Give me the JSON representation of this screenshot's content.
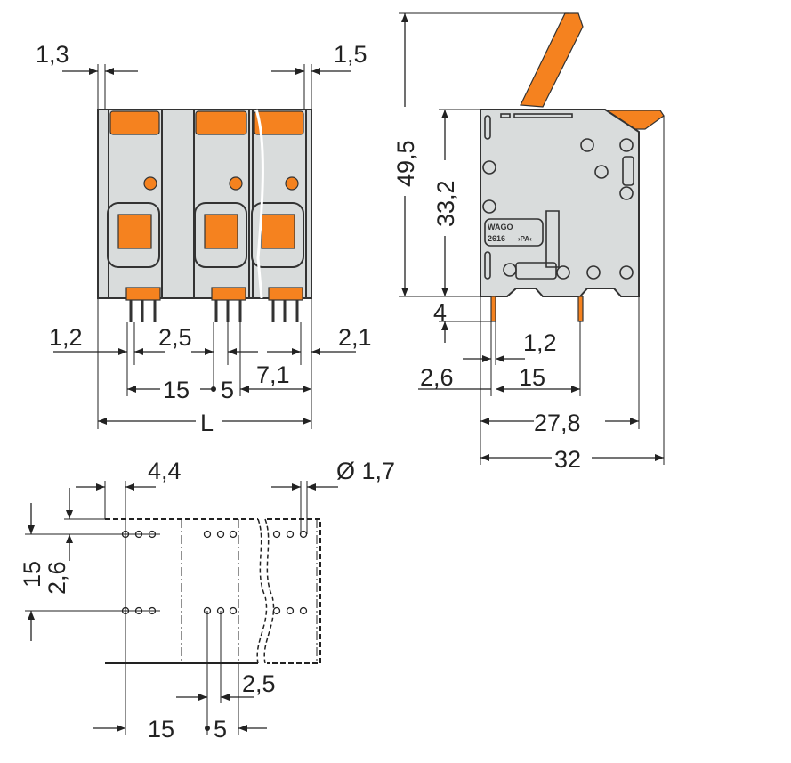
{
  "colors": {
    "accent": "#f5821f",
    "housing": "#d9dcdc"
  },
  "front_view": {
    "dims": {
      "left_offset": "1,3",
      "right_offset": "1,5",
      "pin_left": "1,2",
      "pin_pitch_small": "2,5",
      "pin_right": "2,1",
      "pitch": "15",
      "pitch_dot": "5",
      "edge": "7,1",
      "length": "L"
    }
  },
  "side_view": {
    "logo": "WAGO",
    "part_no": "2616",
    "marking": "›PA‹",
    "dims": {
      "total_height": "49,5",
      "body_height": "33,2",
      "pin_length": "4",
      "pin_width": "1,2",
      "pin_offset": "2,6",
      "pin_spacing": "15",
      "depth": "27,8",
      "total_depth": "32"
    }
  },
  "footprint": {
    "dims": {
      "offset": "4,4",
      "hole_dia": "Ø 1,7",
      "row_pitch": "15",
      "row_offset": "2,6",
      "pin_pitch": "2,5",
      "pitch": "15",
      "pitch_dot": "5"
    }
  }
}
